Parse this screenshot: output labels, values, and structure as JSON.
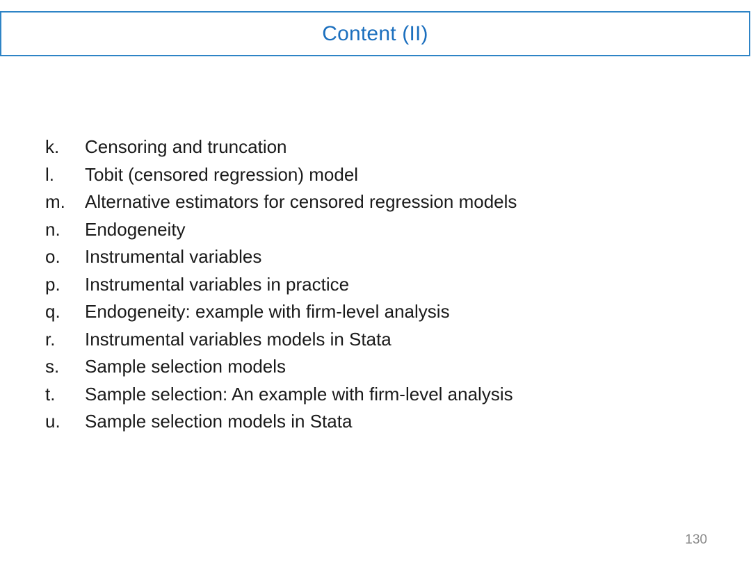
{
  "slide": {
    "title": "Content (II)",
    "page_number": "130",
    "colors": {
      "title_blue": "#1b6fbe",
      "border_blue": "#2e84c6",
      "body_text": "#1a1a1a",
      "page_gray": "#8a8a8a"
    },
    "list": {
      "items": [
        {
          "marker": "k.",
          "text": "Censoring and truncation"
        },
        {
          "marker": "l.",
          "text": "Tobit (censored regression) model"
        },
        {
          "marker": "m.",
          "text": "Alternative estimators for censored regression models"
        },
        {
          "marker": "n.",
          "text": "Endogeneity"
        },
        {
          "marker": "o.",
          "text": "Instrumental variables"
        },
        {
          "marker": "p.",
          "text": "Instrumental variables in practice"
        },
        {
          "marker": "q.",
          "text": "Endogeneity: example with firm-level analysis"
        },
        {
          "marker": "r.",
          "text": "Instrumental variables models in Stata"
        },
        {
          "marker": "s.",
          "text": "Sample selection models"
        },
        {
          "marker": "t.",
          "text": "Sample selection: An example with firm-level analysis"
        },
        {
          "marker": "u.",
          "text": "Sample selection models in Stata"
        }
      ]
    }
  }
}
